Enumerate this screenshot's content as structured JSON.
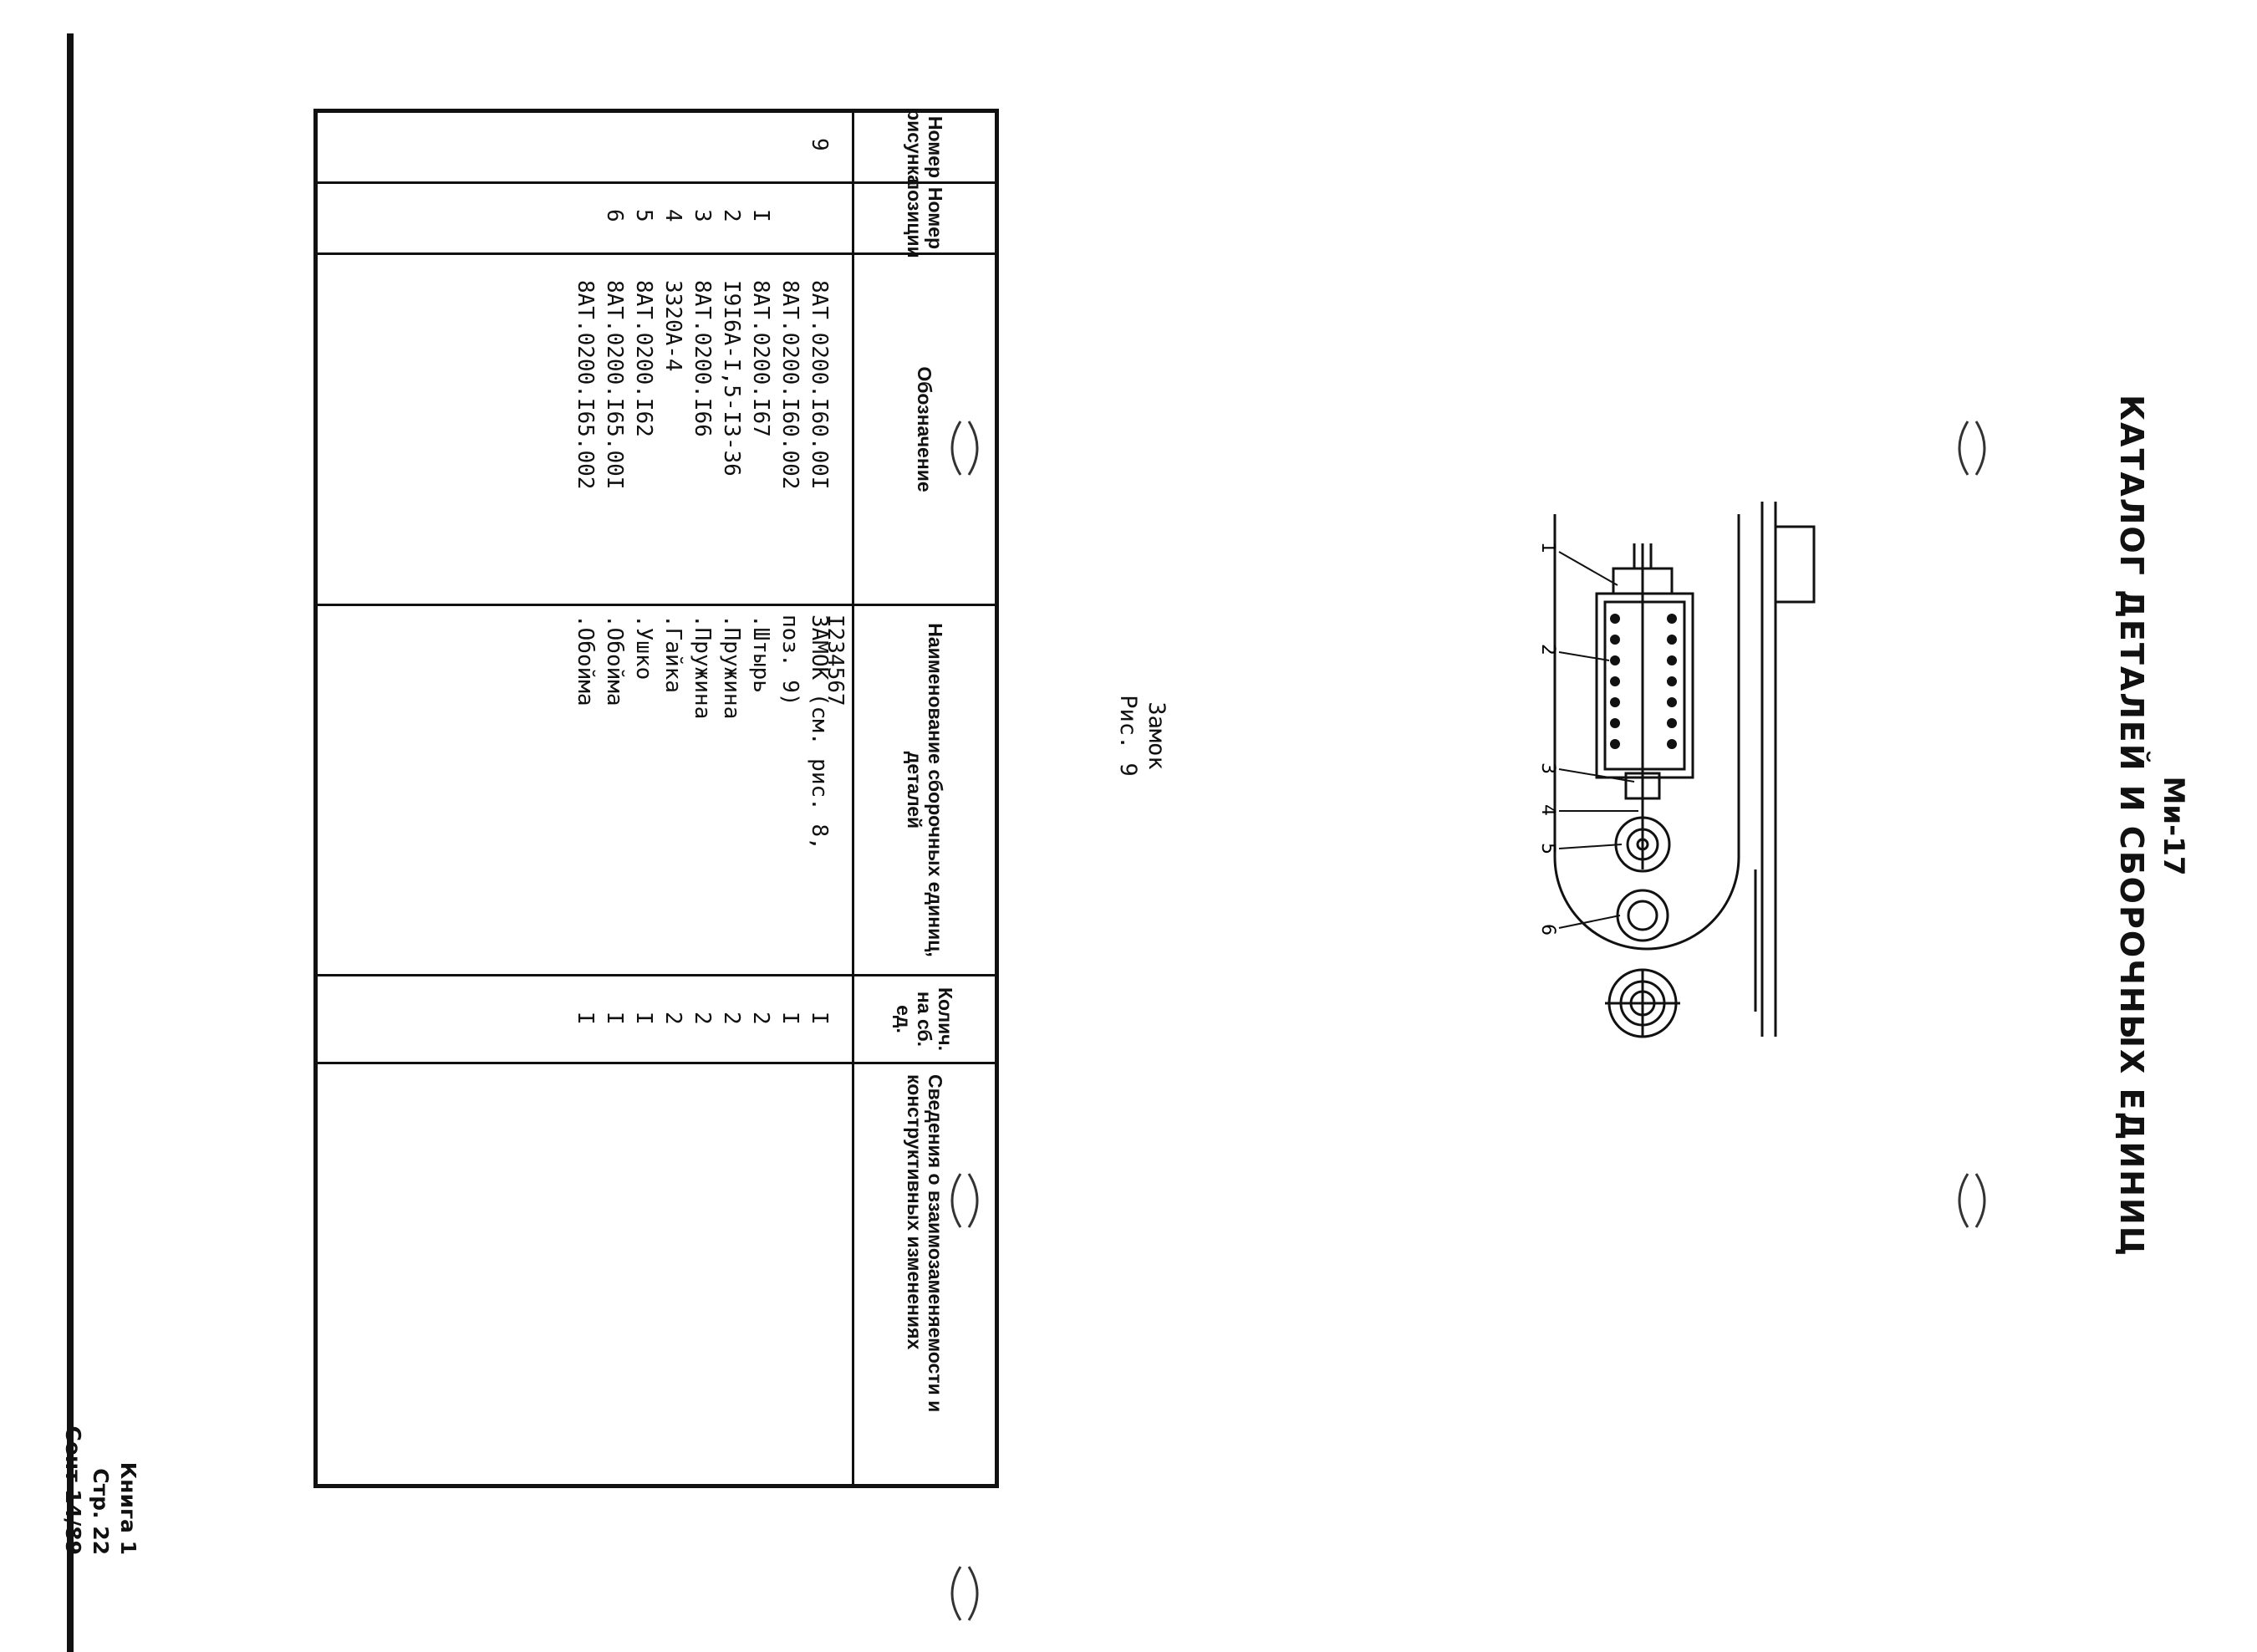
{
  "header": {
    "model": "Ми-17",
    "title": "КАТАЛОГ ДЕТАЛЕЙ И СБОРОЧНЫХ ЕДИНИЦ"
  },
  "figure": {
    "caption_name": "Замок",
    "caption_number": "Рис. 9",
    "callouts": [
      "1",
      "2",
      "3",
      "4",
      "5",
      "6"
    ]
  },
  "table": {
    "headers": {
      "figure_number": "Номер рисунка",
      "position_number": "Номер позиции",
      "designation": "Обозначение",
      "name": "Наименование сборочных единиц, деталей",
      "quantity": "Колич. на сб. ед.",
      "interchange": "Сведения о взаимозаменяемости и конструктивных изменениях"
    },
    "figure_number_value": "9",
    "indent_marker": "I234567",
    "rows": [
      {
        "pos": "",
        "designation": "8АТ.0200.I60.00I",
        "name": "ЗАМОК (см. рис. 8,",
        "qty": "I"
      },
      {
        "pos": "",
        "designation": "8АТ.0200.I60.002",
        "name": "поз. 9)",
        "qty": "I"
      },
      {
        "pos": "I",
        "designation": "8АТ.0200.I67",
        "name": ".Штырь",
        "qty": "2"
      },
      {
        "pos": "2",
        "designation": "I9I6А-I,5-I3-36",
        "name": ".Пружина",
        "qty": "2"
      },
      {
        "pos": "3",
        "designation": "8АТ.0200.I66",
        "name": ".Пружина",
        "qty": "2"
      },
      {
        "pos": "4",
        "designation": "3320А-4",
        "name": ".Гайка",
        "qty": "2"
      },
      {
        "pos": "5",
        "designation": "8АТ.0200.I62",
        "name": ".Ушко",
        "qty": "I"
      },
      {
        "pos": "6",
        "designation": "8АТ.0200.I65.00I",
        "name": ".Обойма",
        "qty": "I"
      },
      {
        "pos": "",
        "designation": "8АТ.0200.I65.002",
        "name": ".Обойма",
        "qty": "I"
      }
    ]
  },
  "footer": {
    "book": "Книга 1",
    "page": "Стр. 22",
    "date": "Сент 14/89"
  }
}
